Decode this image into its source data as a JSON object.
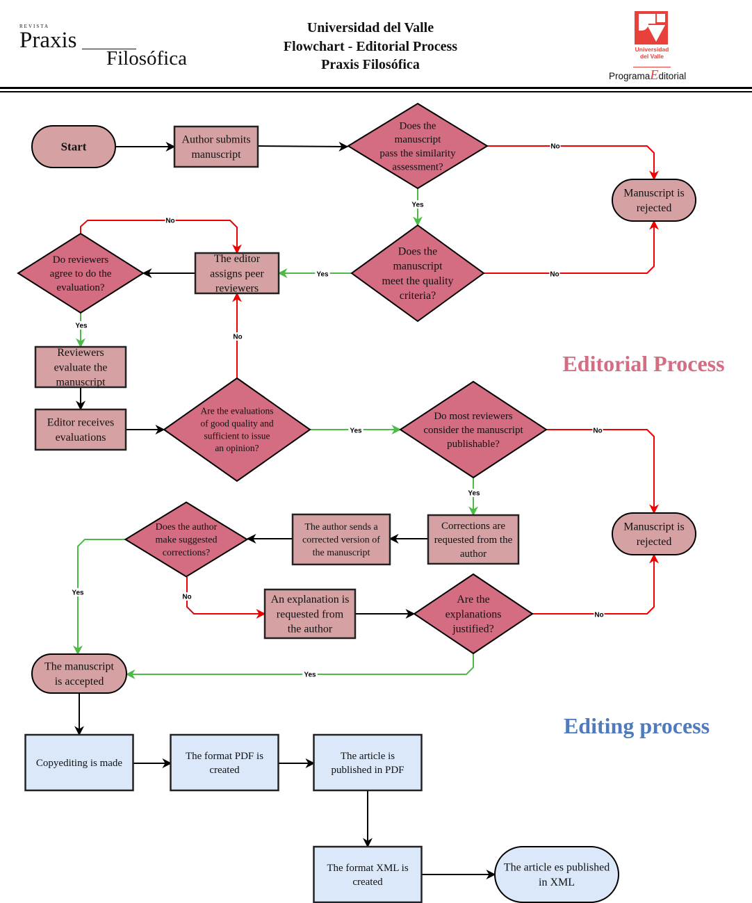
{
  "header": {
    "journal_logo": {
      "kicker": "Revista",
      "line1": "Praxis",
      "line2": "Filosófica"
    },
    "title_lines": [
      "Universidad del Valle",
      "Flowchart - Editorial Process",
      "Praxis  Filosófica"
    ],
    "university_logo": {
      "name_line1": "Universidad",
      "name_line2": "del Valle",
      "program_prefix": "Programa",
      "program_glyph": "E",
      "program_suffix": "ditorial"
    }
  },
  "colors": {
    "terminal_fill": "#d6a1a3",
    "process_fill": "#d6a1a3",
    "decision_fill": "#d46c82",
    "edit_fill": "#dae8fa",
    "yes_edge": "#4bbb45",
    "no_edge": "#f00000",
    "flow_edge": "#000000",
    "editorial_title": "#d46c82",
    "editing_title": "#4f7abd"
  },
  "sections": {
    "editorial": "Editorial Process",
    "editing": "Editing process"
  },
  "nodes": [
    {
      "id": "start",
      "type": "terminal",
      "bold": true,
      "lines": [
        "Start"
      ]
    },
    {
      "id": "submit",
      "type": "process",
      "lines": [
        "Author submits",
        "manuscript"
      ]
    },
    {
      "id": "similarity",
      "type": "decision",
      "lines": [
        "Does the",
        "manuscript",
        "pass the similarity",
        "assessment?"
      ]
    },
    {
      "id": "rejected1",
      "type": "terminal",
      "lines": [
        "Manuscript is",
        "rejected"
      ]
    },
    {
      "id": "quality",
      "type": "decision",
      "lines": [
        "Does the",
        "manuscript",
        "meet the quality",
        "criteria?"
      ]
    },
    {
      "id": "assign",
      "type": "process",
      "lines": [
        "The editor",
        "assigns peer",
        "reviewers"
      ]
    },
    {
      "id": "agree",
      "type": "decision",
      "lines": [
        "Do reviewers",
        "agree to do the",
        "evaluation?"
      ]
    },
    {
      "id": "evaluate",
      "type": "process",
      "lines": [
        "Reviewers",
        "evaluate the",
        "manuscript"
      ]
    },
    {
      "id": "receives",
      "type": "process",
      "lines": [
        "Editor receives",
        "evaluations"
      ]
    },
    {
      "id": "goodquality",
      "type": "decision",
      "lines": [
        "Are the evaluations",
        "of good quality and",
        "sufficient to issue",
        "an opinion?"
      ]
    },
    {
      "id": "publishable",
      "type": "decision",
      "lines": [
        "Do most reviewers",
        "consider the manuscript",
        "publishable?"
      ]
    },
    {
      "id": "rejected2",
      "type": "terminal",
      "lines": [
        "Manuscript is",
        "rejected"
      ]
    },
    {
      "id": "corrections",
      "type": "process",
      "lines": [
        "Corrections are",
        "requested from the",
        "author"
      ]
    },
    {
      "id": "sends",
      "type": "process",
      "lines": [
        "The author sends a",
        "corrected version of",
        "the manuscript"
      ]
    },
    {
      "id": "makecorr",
      "type": "decision",
      "lines": [
        "Does the author",
        "make suggested",
        "corrections?"
      ]
    },
    {
      "id": "explanation",
      "type": "process",
      "lines": [
        "An explanation is",
        "requested from",
        "the author"
      ]
    },
    {
      "id": "justified",
      "type": "decision",
      "lines": [
        "Are the",
        "explanations",
        "justified?"
      ]
    },
    {
      "id": "accepted",
      "type": "terminal",
      "sans": true,
      "lines": [
        "The manuscript",
        "is accepted"
      ]
    },
    {
      "id": "copyedit",
      "type": "edit",
      "lines": [
        "Copyediting is made"
      ]
    },
    {
      "id": "pdfformat",
      "type": "edit",
      "lines": [
        "The format PDF is",
        "created"
      ]
    },
    {
      "id": "pdfpub",
      "type": "edit",
      "lines": [
        "The article is",
        "published in PDF"
      ]
    },
    {
      "id": "xmlformat",
      "type": "edit",
      "lines": [
        "The format XML is",
        "created"
      ]
    },
    {
      "id": "xmlpub",
      "type": "edit-terminal",
      "lines": [
        "The article es published",
        "in XML"
      ]
    }
  ],
  "edges": [
    {
      "from": "start",
      "to": "submit",
      "kind": "flow",
      "label": ""
    },
    {
      "from": "submit",
      "to": "similarity",
      "kind": "flow",
      "label": ""
    },
    {
      "from": "similarity",
      "to": "rejected1",
      "kind": "no",
      "label": "No"
    },
    {
      "from": "similarity",
      "to": "quality",
      "kind": "yes",
      "label": "Yes"
    },
    {
      "from": "quality",
      "to": "rejected1",
      "kind": "no",
      "label": "No"
    },
    {
      "from": "quality",
      "to": "assign",
      "kind": "yes",
      "label": "Yes"
    },
    {
      "from": "assign",
      "to": "agree",
      "kind": "flow",
      "label": ""
    },
    {
      "from": "agree",
      "to": "assign",
      "kind": "no",
      "label": "No"
    },
    {
      "from": "agree",
      "to": "evaluate",
      "kind": "yes",
      "label": "Yes"
    },
    {
      "from": "evaluate",
      "to": "receives",
      "kind": "flow",
      "label": ""
    },
    {
      "from": "receives",
      "to": "goodquality",
      "kind": "flow",
      "label": ""
    },
    {
      "from": "goodquality",
      "to": "assign",
      "kind": "no",
      "label": "No"
    },
    {
      "from": "goodquality",
      "to": "publishable",
      "kind": "yes",
      "label": "Yes"
    },
    {
      "from": "publishable",
      "to": "rejected2",
      "kind": "no",
      "label": "No"
    },
    {
      "from": "publishable",
      "to": "corrections",
      "kind": "yes",
      "label": "Yes"
    },
    {
      "from": "corrections",
      "to": "sends",
      "kind": "flow",
      "label": ""
    },
    {
      "from": "sends",
      "to": "makecorr",
      "kind": "flow",
      "label": ""
    },
    {
      "from": "makecorr",
      "to": "accepted",
      "kind": "yes",
      "label": "Yes"
    },
    {
      "from": "makecorr",
      "to": "explanation",
      "kind": "no",
      "label": "No"
    },
    {
      "from": "explanation",
      "to": "justified",
      "kind": "flow",
      "label": ""
    },
    {
      "from": "justified",
      "to": "rejected2",
      "kind": "no",
      "label": "No"
    },
    {
      "from": "justified",
      "to": "accepted",
      "kind": "yes",
      "label": "Yes"
    },
    {
      "from": "accepted",
      "to": "copyedit",
      "kind": "flow",
      "label": ""
    },
    {
      "from": "copyedit",
      "to": "pdfformat",
      "kind": "flow",
      "label": ""
    },
    {
      "from": "pdfformat",
      "to": "pdfpub",
      "kind": "flow",
      "label": ""
    },
    {
      "from": "pdfpub",
      "to": "xmlformat",
      "kind": "flow",
      "label": ""
    },
    {
      "from": "xmlformat",
      "to": "xmlpub",
      "kind": "flow",
      "label": ""
    }
  ]
}
